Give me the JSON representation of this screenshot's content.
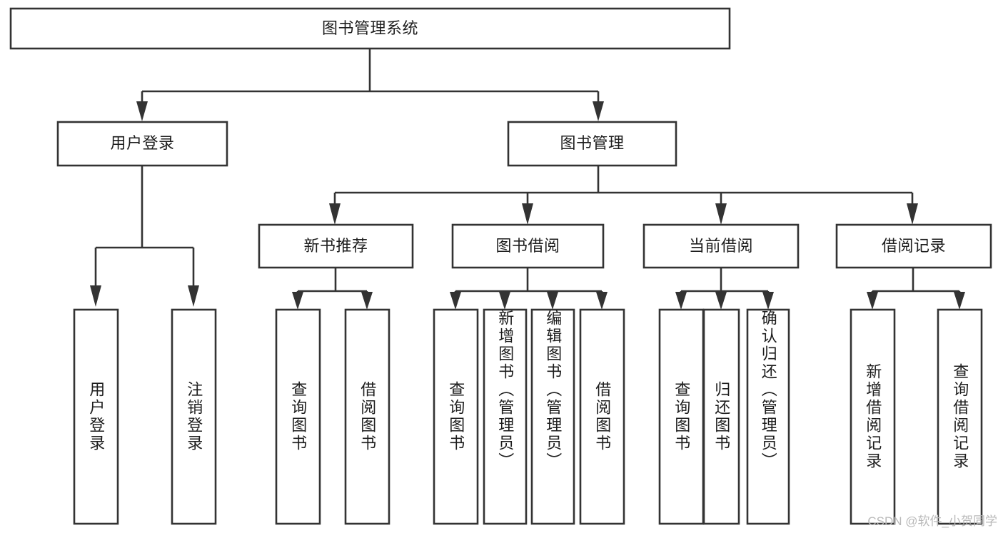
{
  "diagram": {
    "title": "图书管理系统",
    "watermark": "CSDN @软件_小贺同学",
    "colors": {
      "stroke": "#333333",
      "box_fill": "#ffffff",
      "text": "#1d1d1d",
      "background": "#ffffff",
      "watermark": "#b9b9b9"
    },
    "root": {
      "label": "图书管理系统"
    },
    "level2": [
      {
        "label": "用户登录"
      },
      {
        "label": "图书管理"
      }
    ],
    "level3": [
      {
        "label": "新书推荐"
      },
      {
        "label": "图书借阅"
      },
      {
        "label": "当前借阅"
      },
      {
        "label": "借阅记录"
      }
    ],
    "leaves": {
      "user_login": [
        {
          "label": "用户登录"
        },
        {
          "label": "注销登录"
        }
      ],
      "new_book_recommend": [
        {
          "label": "查询图书"
        },
        {
          "label": "借阅图书"
        }
      ],
      "book_borrow": [
        {
          "label": "查询图书"
        },
        {
          "label": "新增图书（管理员）"
        },
        {
          "label": "编辑图书（管理员）"
        },
        {
          "label": "借阅图书"
        }
      ],
      "current_borrow": [
        {
          "label": "查询图书"
        },
        {
          "label": "归还图书"
        },
        {
          "label": "确认归还（管理员）"
        }
      ],
      "borrow_record": [
        {
          "label": "新增借阅记录"
        },
        {
          "label": "查询借阅记录"
        }
      ]
    }
  }
}
